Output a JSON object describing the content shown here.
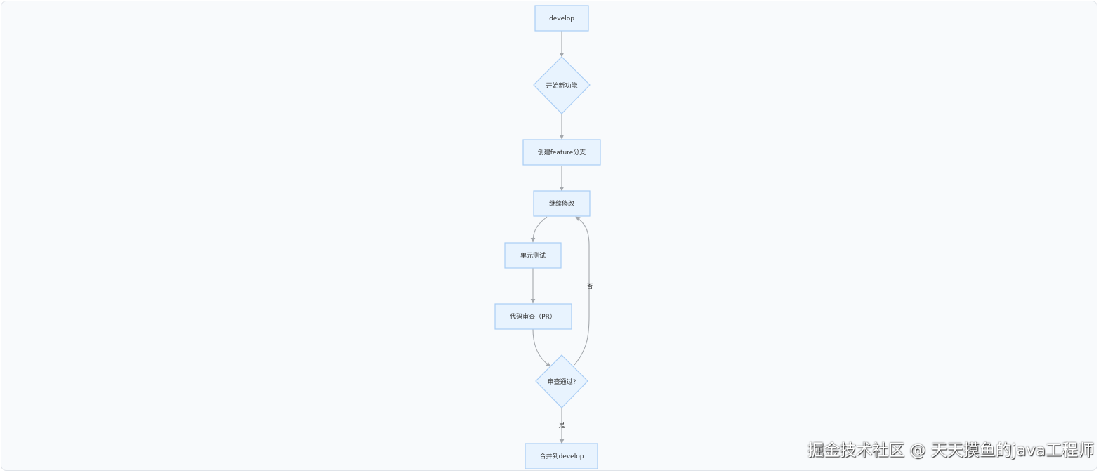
{
  "flowchart": {
    "nodes": {
      "develop": "develop",
      "start_feature": "开始新功能",
      "create_branch": "创建feature分支",
      "continue_edit": "继续修改",
      "unit_test": "单元测试",
      "code_review": "代码审查（PR）",
      "review_passed": "审查通过?",
      "merge": "合并到develop"
    },
    "edge_labels": {
      "no": "否",
      "yes": "是"
    }
  },
  "watermark": "掘金技术社区 @ 天天摸鱼的java工程师",
  "colors": {
    "node_fill": "#e8f3fe",
    "node_stroke": "#a9cdf5",
    "edge": "#a4a8ad",
    "background": "#f8fafc"
  }
}
